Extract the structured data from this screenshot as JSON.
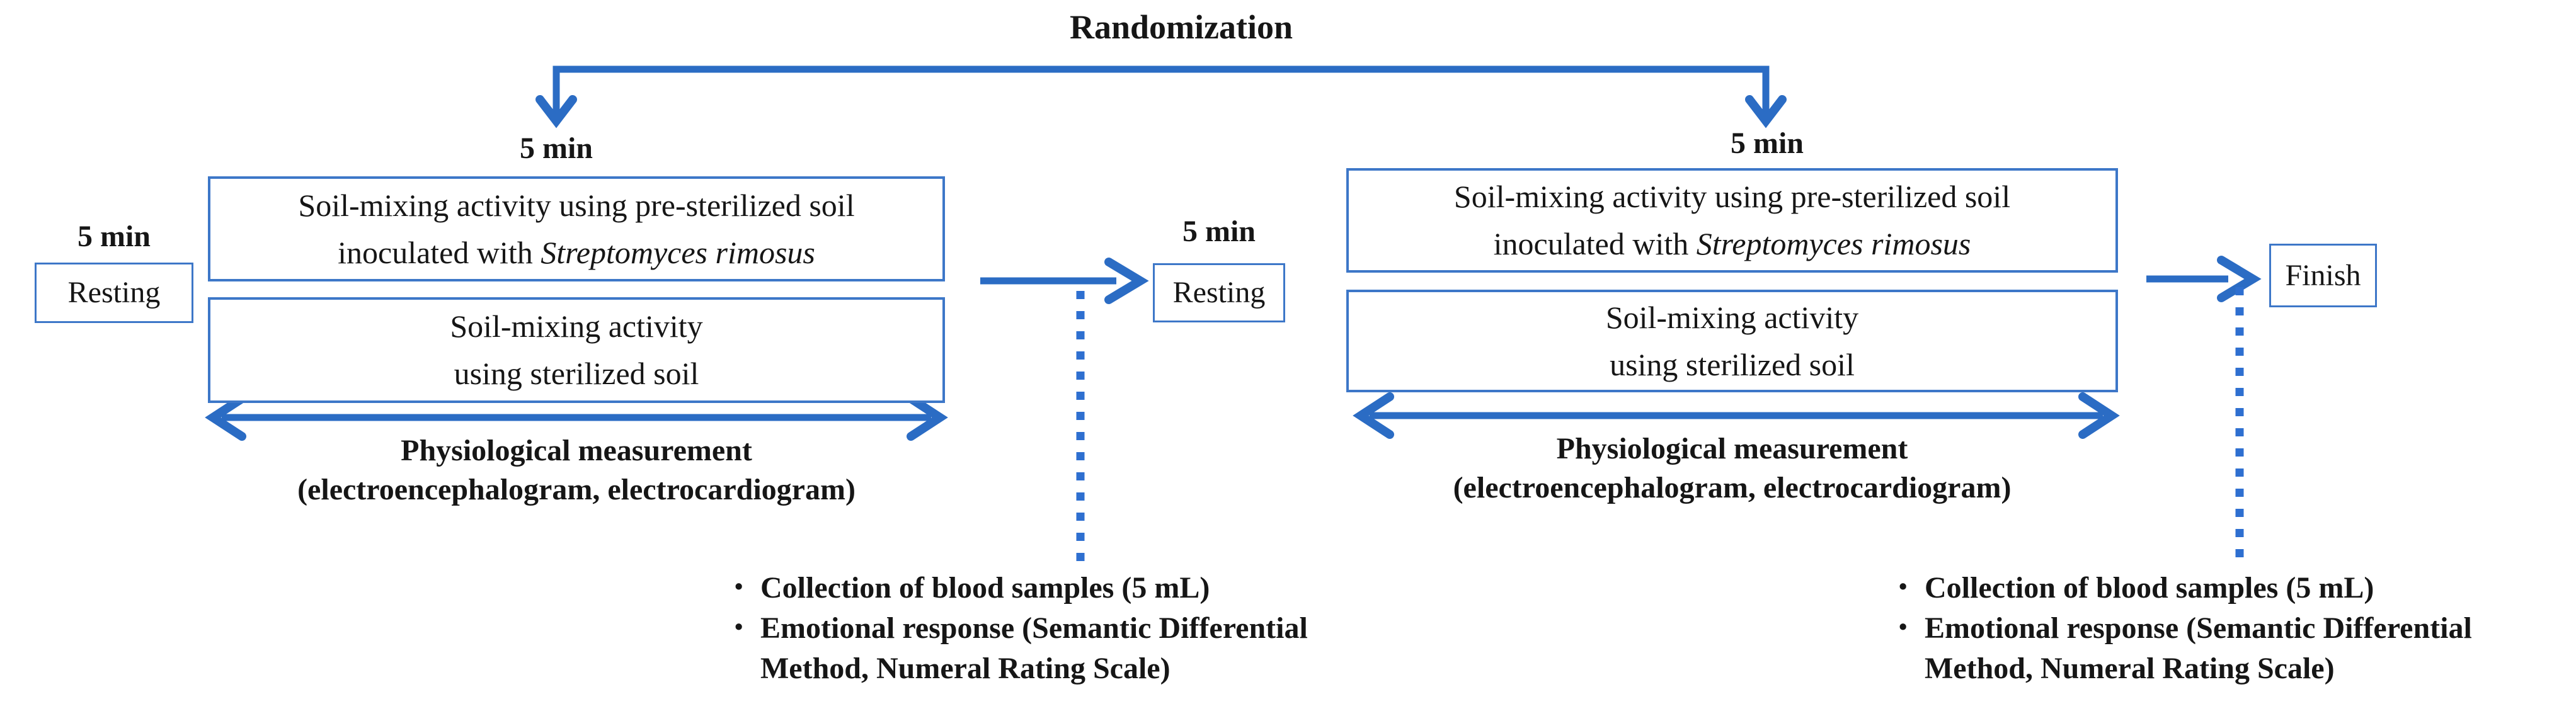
{
  "figure": {
    "randomization_label": "Randomization",
    "finish_label": "Finish"
  },
  "colors": {
    "arrow_blue": "#2b6cc4",
    "dotted_blue": "#2e6fd0",
    "box_border_blue": "#3d77c8",
    "text": "#161616"
  },
  "phase1": {
    "rest_duration_label": "5 min",
    "rest_box_label": "Resting",
    "activity_duration_label": "5 min",
    "activity_box_primary": {
      "line1": "Soil-mixing activity using pre-sterilized soil",
      "line2_prefix": "inoculated with ",
      "line2_species_italic": "Streptomyces rimosus"
    },
    "activity_box_control": {
      "line1": "Soil-mixing activity",
      "line2": "using sterilized soil"
    },
    "measurement_label": "Physiological measurement",
    "measurement_detail": "(electroencephalogram, electrocardiogram)",
    "assessments": {
      "bullet1": "Collection of blood samples (5 mL)",
      "bullet2_line1": "Emotional response (Semantic Differential",
      "bullet2_line2": "Method, Numeral Rating Scale)"
    }
  },
  "phase2": {
    "rest_duration_label": "5 min",
    "rest_box_label": "Resting",
    "activity_duration_label": "5 min",
    "activity_box_primary": {
      "line1": "Soil-mixing activity using pre-sterilized soil",
      "line2_prefix": "inoculated with ",
      "line2_species_italic": "Streptomyces rimosus"
    },
    "activity_box_control": {
      "line1": "Soil-mixing activity",
      "line2": "using sterilized soil"
    },
    "measurement_label": "Physiological measurement",
    "measurement_detail": "(electroencephalogram, electrocardiogram)",
    "assessments": {
      "bullet1": "Collection of blood samples (5 mL)",
      "bullet2_line1": "Emotional response (Semantic Differential",
      "bullet2_line2": "Method, Numeral Rating Scale)"
    }
  }
}
